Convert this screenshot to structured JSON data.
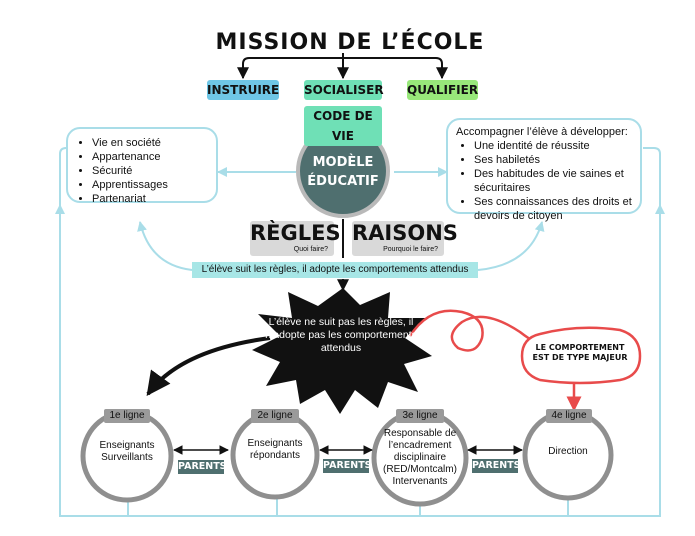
{
  "title": "MISSION DE L’ÉCOLE",
  "missions": {
    "instruire": "INSTRUIRE",
    "socialiser": "SOCIALISER",
    "qualifier": "QUALIFIER"
  },
  "code_de_vie": "CODE DE VIE",
  "left_panel": {
    "items": [
      "Vie en société",
      "Appartenance",
      "Sécurité",
      "Apprentissages",
      "Partenariat"
    ]
  },
  "right_panel": {
    "heading": "Accompagner l’élève à développer:",
    "items": [
      "Une identité de réussite",
      "Ses habiletés",
      "Des habitudes de vie saines et sécuritaires",
      "Ses connaissances des droits et devoirs de citoyen"
    ]
  },
  "model": {
    "line1": "MODÈLE",
    "line2": "ÉDUCATIF"
  },
  "regles": {
    "title": "RÈGLES",
    "sub": "Quoi faire?"
  },
  "raisons": {
    "title": "RAISONS",
    "sub": "Pourquoi le faire?"
  },
  "banner": "L’élève suit les règles, il adopte les comportements attendus",
  "burst": "L’élève ne suit pas les règles, il n’adopte pas les comportements attendus",
  "warning": "LE COMPORTEMENT EST DE TYPE MAJEUR",
  "lines": [
    {
      "tag": "1e ligne",
      "text": "Enseignants Surveillants"
    },
    {
      "tag": "2e ligne",
      "text": "Enseignants répondants"
    },
    {
      "tag": "3e ligne",
      "text": "Responsable de l’encadrement disciplinaire (RED/Montcalm) Intervenants"
    },
    {
      "tag": "4e ligne",
      "text": "Direction"
    }
  ],
  "parents": "PARENTS",
  "colors": {
    "frame": "#a9dde8",
    "dark_teal": "#4f6f6f",
    "warning_red": "#e84b4b",
    "circle_grey": "#8f8f8f"
  }
}
